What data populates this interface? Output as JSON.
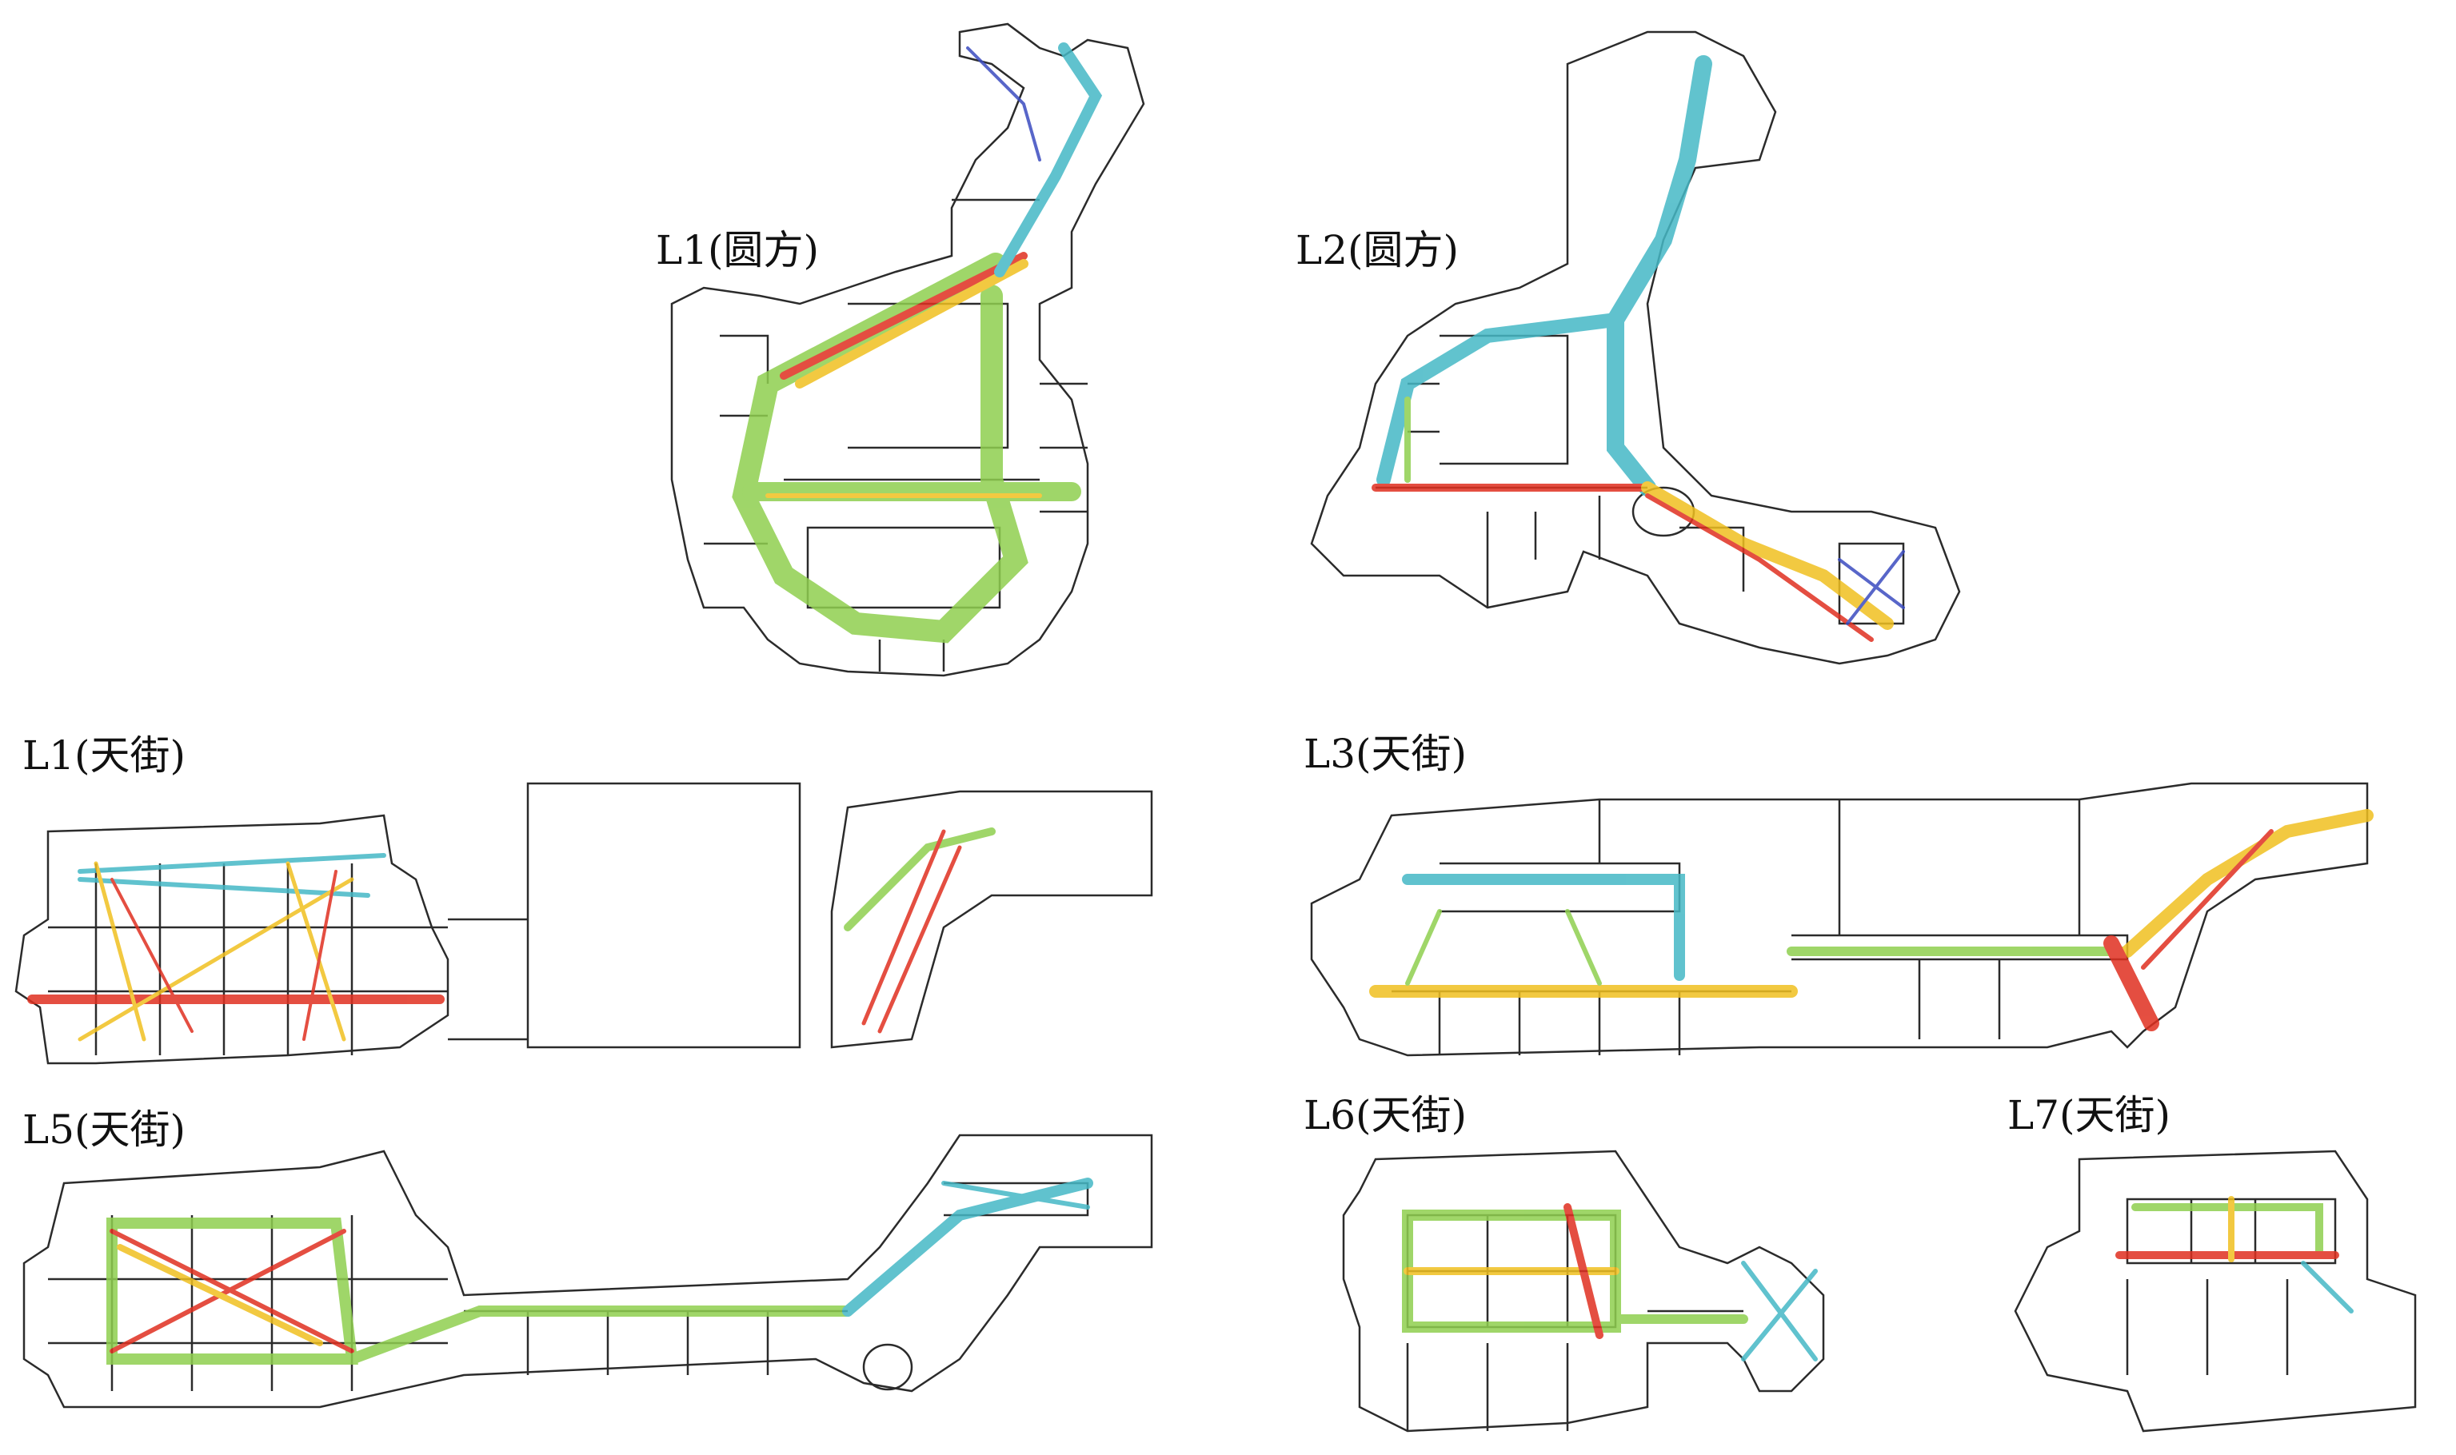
{
  "panels": [
    {
      "id": "l1-yuanfang",
      "label": "L1(圆方)"
    },
    {
      "id": "l2-yuanfang",
      "label": "L2(圆方)"
    },
    {
      "id": "l1-tianjie",
      "label": "L1(天街)"
    },
    {
      "id": "l3-tianjie",
      "label": "L3(天街)"
    },
    {
      "id": "l5-tianjie",
      "label": "L5(天街)"
    },
    {
      "id": "l6-tianjie",
      "label": "L6(天街)"
    },
    {
      "id": "l7-tianjie",
      "label": "L7(天街)"
    }
  ],
  "colors": {
    "outline": "#2b2b2b",
    "flow_low": "#3b4cc0",
    "flow_midlow": "#45b8c6",
    "flow_mid": "#8fcf4f",
    "flow_midhigh": "#f0c020",
    "flow_high": "#e03020"
  }
}
